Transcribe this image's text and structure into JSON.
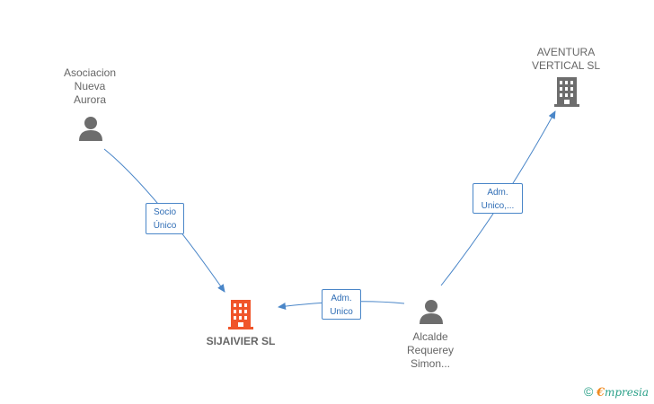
{
  "nodes": {
    "asociacion": {
      "label": "Asociacion\nNueva\nAurora",
      "type": "person"
    },
    "aventura": {
      "label": "AVENTURA\nVERTICAL SL",
      "type": "company"
    },
    "sijaivier": {
      "label": "SIJAIVIER SL",
      "type": "company",
      "highlight": true
    },
    "alcalde": {
      "label": "Alcalde\nRequerey\nSimon...",
      "type": "person"
    }
  },
  "edges": {
    "socio_unico": {
      "label": "Socio\nÚnico",
      "from": "asociacion",
      "to": "sijaivier"
    },
    "adm_unico_1": {
      "label": "Adm.\nUnico,...",
      "from": "alcalde",
      "to": "aventura"
    },
    "adm_unico_2": {
      "label": "Adm.\nUnico",
      "from": "alcalde",
      "to": "sijaivier"
    }
  },
  "colors": {
    "edge": "#4a86c8",
    "node_icon": "#6d6d6d",
    "highlight_icon": "#f0552a"
  },
  "brand": {
    "copyright": "©",
    "e": "€",
    "rest": "mpresia"
  }
}
